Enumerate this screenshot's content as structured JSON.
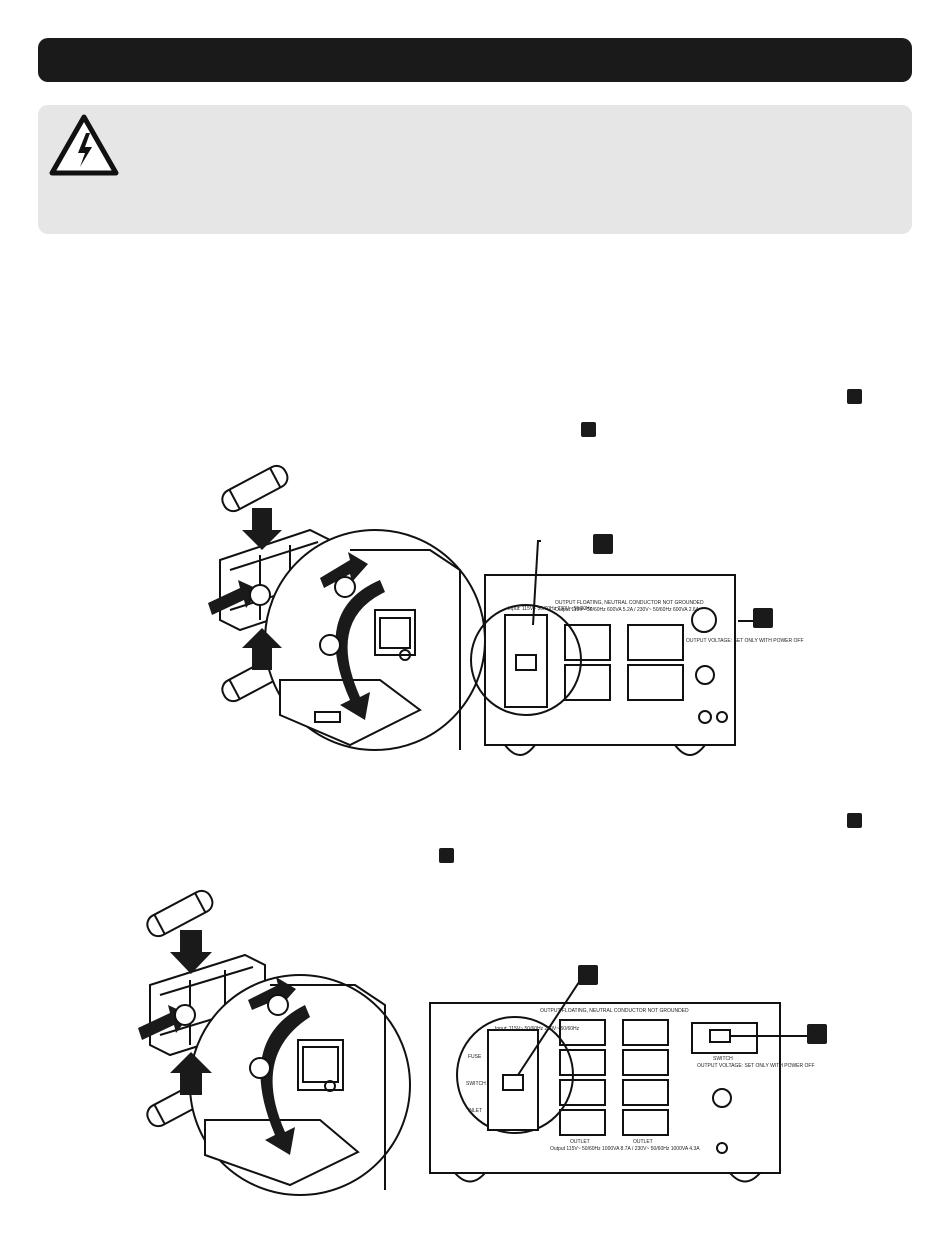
{
  "figure1": {
    "panel_label": "Input:\n115V~ 50/60Hz\n230V~ 50/60Hz",
    "top_text": "OUTPUT FLOATING, NEUTRAL CONDUCTOR NOT GROUNDED",
    "rating": "Output 115V~ 50/60Hz 600VA 5.2A / 230V~ 50/60Hz 600VA 2.6A",
    "selector_label": "OUTPUT VOLTAGE: SET ONLY WITH POWER OFF"
  },
  "figure2": {
    "panel_label": "Input:\n115V~ 50/60Hz\n230V~ 50/60Hz",
    "top_text": "OUTPUT FLOATING, NEUTRAL CONDUCTOR NOT GROUNDED",
    "fuse_label": "FUSE",
    "switch_label": "SWITCH",
    "inlet_label": "INLET",
    "switch_box_label": "SWITCH",
    "selector_label": "OUTPUT VOLTAGE: SET ONLY WITH POWER OFF",
    "outlet_label_1": "OUTLET",
    "outlet_label_2": "OUTLET",
    "rating": "Output 115V~ 50/60Hz 1000VA 8.7A / 230V~ 50/60Hz 1000VA 4.3A"
  },
  "colors": {
    "dark": "#1a1a1a",
    "panel": "#e6e6e6"
  },
  "icons": [
    "electrical-hazard-icon"
  ]
}
